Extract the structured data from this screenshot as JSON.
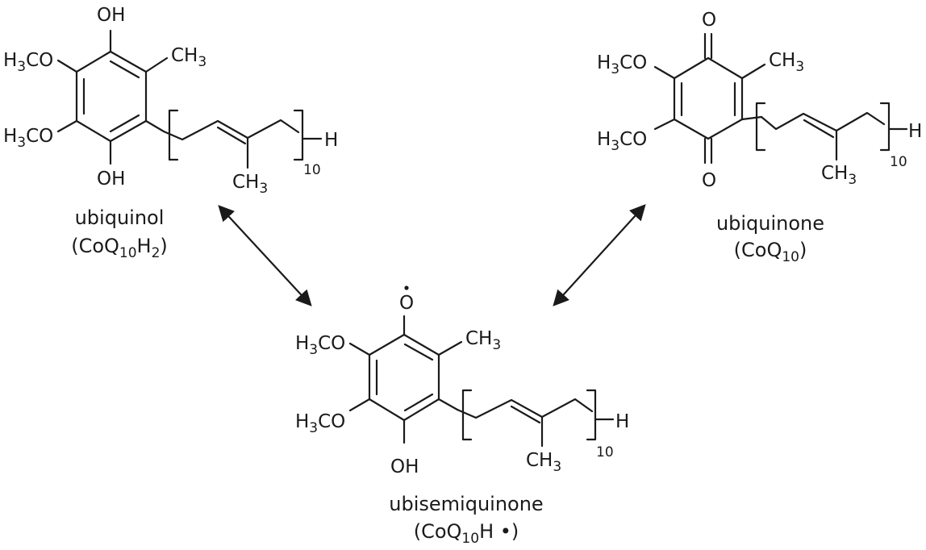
{
  "atoms": {
    "oh": "OH",
    "o": "O",
    "o_radical": "O",
    "h3co_h3": "H",
    "h3co_3": "3",
    "h3co_co": "CO",
    "ch3_ch": "CH",
    "ch3_3": "3",
    "h": "H",
    "repeat": "10"
  },
  "molecules": {
    "ubiquinol": {
      "name": "ubiquinol",
      "formula_open": "(CoQ",
      "formula_sub": "10",
      "formula_mid": "H",
      "formula_sub2": "2",
      "formula_close": ")"
    },
    "ubiquinone": {
      "name": "ubiquinone",
      "formula_open": "(CoQ",
      "formula_sub": "10",
      "formula_close": ")"
    },
    "ubisemiquinone": {
      "name": "ubisemiquinone",
      "formula_open": "(CoQ",
      "formula_sub": "10",
      "formula_mid": "H •)"
    }
  },
  "colors": {
    "ink": "#1a1a1a",
    "background": "#ffffff"
  }
}
